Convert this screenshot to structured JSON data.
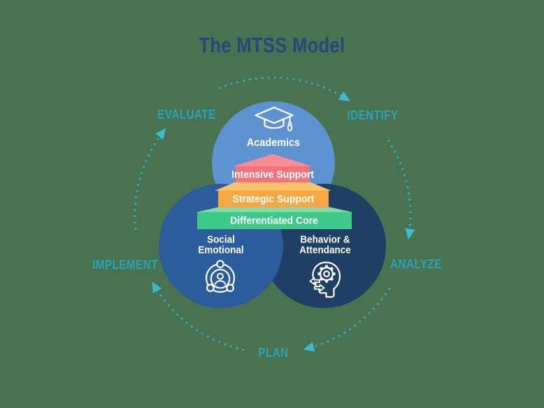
{
  "title": "The MTSS Model",
  "cycle": {
    "evaluate": "EVALUATE",
    "identify": "IDENTIFY",
    "analyze": "ANALYZE",
    "plan": "PLAN",
    "implement": "IMPLEMENT"
  },
  "circles": {
    "academics": {
      "label": "Academics",
      "icon": "graduation-cap-icon",
      "color": "#5E93D1"
    },
    "social_emotional": {
      "label_line1": "Social",
      "label_line2": "Emotional",
      "icon": "community-people-icon",
      "color": "#2D5C9D"
    },
    "behavior_attendance": {
      "label_line1": "Behavior &",
      "label_line2": "Attendance",
      "icon": "head-gear-icon",
      "color": "#1F4064"
    }
  },
  "pyramid": {
    "tiers": [
      {
        "label": "Intensive Support",
        "band_color": "#F3737C",
        "roof_color": "#F78D92"
      },
      {
        "label": "Strategic Support",
        "band_color": "#F5A843",
        "roof_color": "#FAC26B"
      },
      {
        "label": "Differentiated Core",
        "band_color": "#3EC98A",
        "roof_color": "#85DCAB"
      }
    ]
  },
  "colors": {
    "background": "#487250",
    "title_text": "#25497B",
    "cycle_accent": "#2AA4BA",
    "cycle_arrow": "#39BCCF",
    "label_text_on_shapes": "#FFFFFF"
  }
}
